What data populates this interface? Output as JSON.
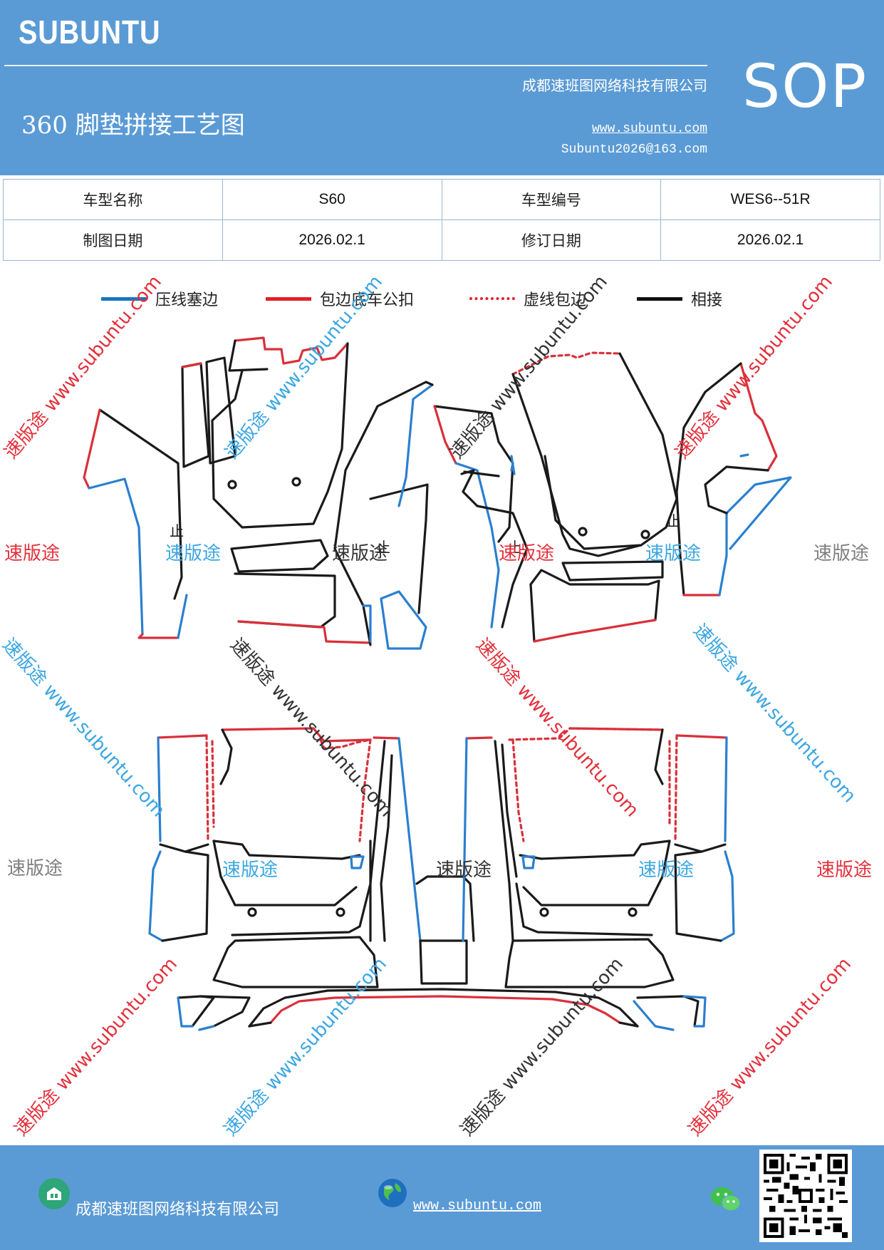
{
  "header": {
    "brand": "SUBUNTU",
    "company": "成都速班图网络科技有限公司",
    "title": "360 脚垫拼接工艺图",
    "website": "www.subuntu.com",
    "email": "Subuntu2026@163.com",
    "badge": "SOP"
  },
  "info_table": {
    "model_name_label": "车型名称",
    "model_name": "S60",
    "model_code_label": "车型编号",
    "model_code": "WES6--51R",
    "draw_date_label": "制图日期",
    "draw_date": "2026.02.1",
    "revise_date_label": "修订日期",
    "revise_date": "2026.02.1"
  },
  "legend": [
    {
      "label": "压线塞边",
      "color": "#1a75bf",
      "style": "solid"
    },
    {
      "label": "包边底车公扣",
      "color": "#e3202b",
      "style": "solid"
    },
    {
      "label": "虚线包边",
      "color": "#e3202b",
      "style": "dashed"
    },
    {
      "label": "相接",
      "color": "#111111",
      "style": "solid"
    }
  ],
  "drawing": {
    "part_mark": "止",
    "colors": {
      "blue": "#2a7fcf",
      "red": "#d9303a",
      "black": "#1a1a1a"
    }
  },
  "watermarks": {
    "diagonal": "速版途 www.subuntu.com",
    "short": "速版途"
  },
  "footer": {
    "company": "成都速班图网络科技有限公司",
    "website": "www.subuntu.com"
  }
}
